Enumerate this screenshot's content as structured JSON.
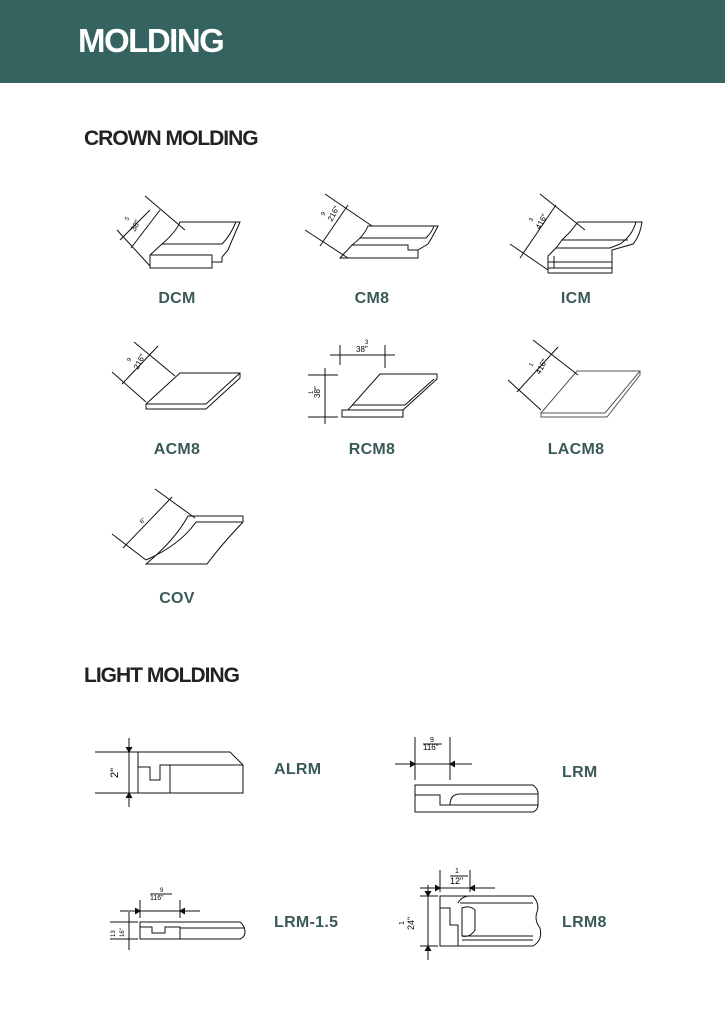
{
  "header": {
    "title": "MOLDING"
  },
  "crown_section": {
    "title": "CROWN MOLDING",
    "items": [
      {
        "code": "DCM",
        "dim_num": "5",
        "dim_main": "38\""
      },
      {
        "code": "CM8",
        "dim_num": "9",
        "dim_main": "216\""
      },
      {
        "code": "ICM",
        "dim_num": "3",
        "dim_main": "416\""
      },
      {
        "code": "ACM8",
        "dim_num": "9",
        "dim_main": "216\""
      },
      {
        "code": "RCM8",
        "dim_top_num": "3",
        "dim_top_main": "38\"",
        "dim_side_num": "1",
        "dim_side_main": "38\""
      },
      {
        "code": "LACM8",
        "dim_num": "1",
        "dim_main": "416\""
      },
      {
        "code": "COV",
        "dim_main": "6\""
      }
    ]
  },
  "light_section": {
    "title": "LIGHT MOLDING",
    "items": [
      {
        "code": "ALRM",
        "dim_main": "2\""
      },
      {
        "code": "LRM",
        "dim_num": "9",
        "dim_main": "116\""
      },
      {
        "code": "LRM-1.5",
        "dim_num": "9",
        "dim_main": "116\"",
        "dim_side_num": "13",
        "dim_side_main": "16\""
      },
      {
        "code": "LRM8",
        "dim_num": "1",
        "dim_main": "12\"",
        "dim_side_num": "1",
        "dim_side_main": "24\""
      }
    ]
  }
}
